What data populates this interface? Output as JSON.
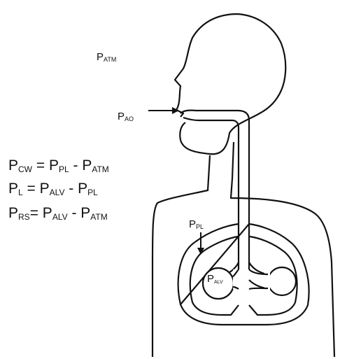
{
  "labels": {
    "atm": {
      "main": "P",
      "sub": "ATM"
    },
    "ao": {
      "main": "P",
      "sub": "AO"
    },
    "pl": {
      "main": "P",
      "sub": "PL"
    },
    "alv": {
      "main": "P",
      "sub": "ALV"
    }
  },
  "equations": [
    {
      "lhs": "P",
      "lhs_sub": "CW",
      "eq": " = ",
      "a": "P",
      "a_sub": "PL",
      "op": " - ",
      "b": "P",
      "b_sub": "ATM"
    },
    {
      "lhs": "P",
      "lhs_sub": "L",
      "eq": " = ",
      "a": "P",
      "a_sub": "ALV",
      "op": " - ",
      "b": "P",
      "b_sub": "PL"
    },
    {
      "lhs": "P",
      "lhs_sub": "RS",
      "eq": "= ",
      "a": "P",
      "a_sub": "ALV",
      "op": " - ",
      "b": "P",
      "b_sub": "ATM"
    }
  ],
  "colors": {
    "ink": "#111111",
    "background": "#ffffff"
  }
}
